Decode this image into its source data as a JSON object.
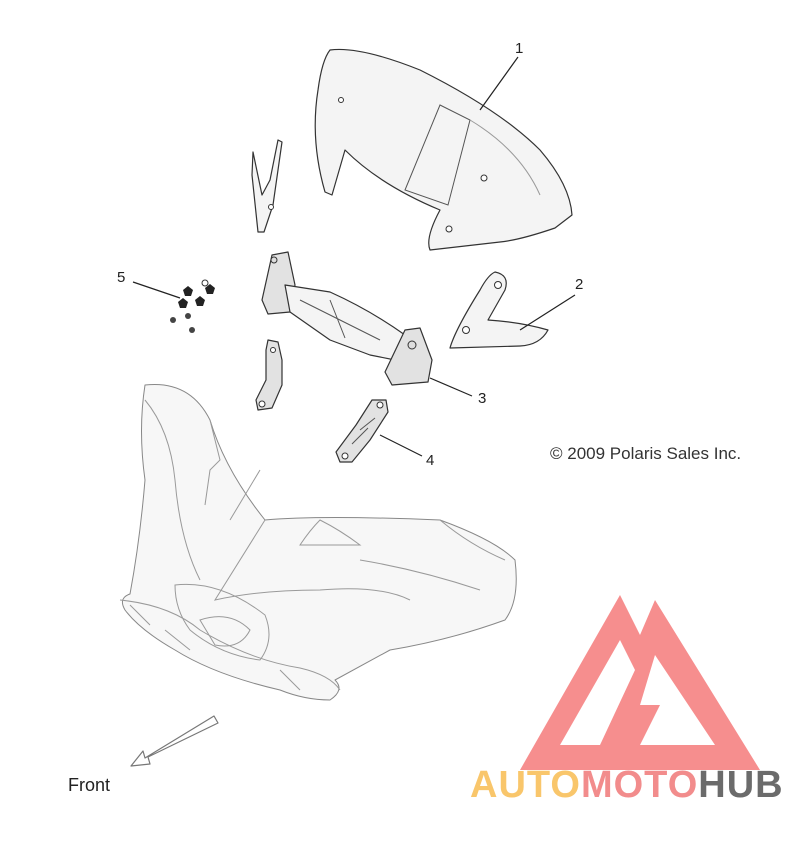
{
  "callouts": {
    "c1": "1",
    "c2": "2",
    "c3": "3",
    "c4": "4",
    "c5": "5"
  },
  "copyright": "© 2009 Polaris Sales Inc.",
  "direction_label": "Front",
  "watermark": {
    "brand_part1": "AUTO",
    "brand_part2": "MOTO",
    "brand_part3": "HUB",
    "colors": {
      "logo": "#f47a7a",
      "auto": "#f9c66b",
      "moto": "#f28c8c",
      "hub": "#6b6b6b"
    }
  }
}
